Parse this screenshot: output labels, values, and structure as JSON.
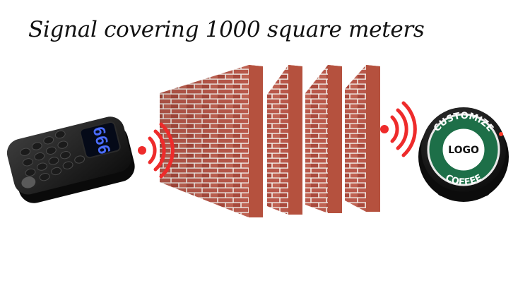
{
  "headline": "Signal covering 1000 square meters",
  "transmitter": {
    "display": "666",
    "icon": "keypad-transmitter-icon"
  },
  "signal": {
    "color": "#ee2b2b",
    "icon": "wireless-signal-icon"
  },
  "walls": {
    "count": 4,
    "brick_color": "#b8584a",
    "mortar_color": "#f1ebe6",
    "side_color": "#b5513e"
  },
  "pager": {
    "top_text": "CUSTOMIZE",
    "center_text": "LOGO",
    "bottom_text": "COFFEE",
    "ring_color": "#1d6f48",
    "icon": "coaster-pager-icon"
  }
}
